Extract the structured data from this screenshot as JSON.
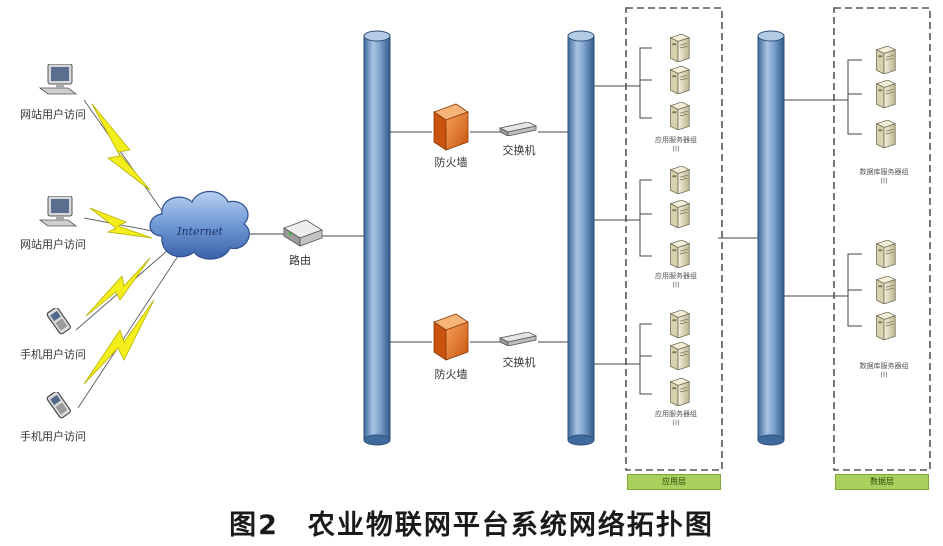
{
  "nodes": {
    "web_user_1": "网站用户访问",
    "web_user_2": "网站用户访问",
    "mobile_user_1": "手机用户访问",
    "mobile_user_2": "手机用户访问",
    "internet": "Internet",
    "router": "路由",
    "firewall_1": "防火墙",
    "firewall_2": "防火墙",
    "switch_1": "交换机",
    "switch_2": "交换机",
    "app_server_group_1": "应用服务器组(I)",
    "app_server_group_2": "应用服务器组(I)",
    "app_server_group_3": "应用服务器组(I)",
    "db_server_group_1": "数据库服务器组(I)",
    "db_server_group_2": "数据库服务器组(I)"
  },
  "layers": {
    "app_layer": "应用层",
    "data_layer": "数据层"
  },
  "caption": "图2　农业物联网平台系统网络拓扑图",
  "colors": {
    "bus": "#5b86b8",
    "firewall": "#e8731f",
    "lightning": "#f4ef1c",
    "cloud": "#5d86c7",
    "layer_band": "#a9cf5c"
  }
}
